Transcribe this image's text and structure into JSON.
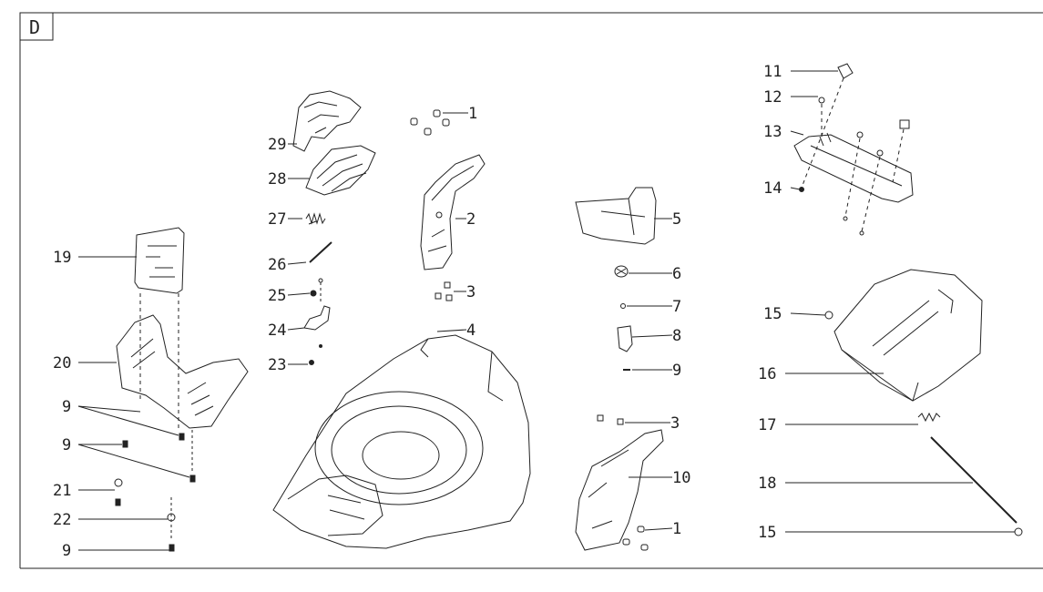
{
  "diagram": {
    "section_label": "D",
    "callouts": [
      {
        "id": "c1a",
        "text": "1"
      },
      {
        "id": "c2",
        "text": "2"
      },
      {
        "id": "c3a",
        "text": "3"
      },
      {
        "id": "c4",
        "text": "4"
      },
      {
        "id": "c5",
        "text": "5"
      },
      {
        "id": "c6",
        "text": "6"
      },
      {
        "id": "c7",
        "text": "7"
      },
      {
        "id": "c8",
        "text": "8"
      },
      {
        "id": "c9a",
        "text": "9"
      },
      {
        "id": "c3b",
        "text": "3"
      },
      {
        "id": "c10",
        "text": "10"
      },
      {
        "id": "c1b",
        "text": "1"
      },
      {
        "id": "c11",
        "text": "11"
      },
      {
        "id": "c12",
        "text": "12"
      },
      {
        "id": "c13",
        "text": "13"
      },
      {
        "id": "c14",
        "text": "14"
      },
      {
        "id": "c15a",
        "text": "15"
      },
      {
        "id": "c16",
        "text": "16"
      },
      {
        "id": "c17",
        "text": "17"
      },
      {
        "id": "c18",
        "text": "18"
      },
      {
        "id": "c15b",
        "text": "15"
      },
      {
        "id": "c19",
        "text": "19"
      },
      {
        "id": "c20",
        "text": "20"
      },
      {
        "id": "c9b",
        "text": "9"
      },
      {
        "id": "c9c",
        "text": "9"
      },
      {
        "id": "c21",
        "text": "21"
      },
      {
        "id": "c22",
        "text": "22"
      },
      {
        "id": "c9d",
        "text": "9"
      },
      {
        "id": "c23",
        "text": "23"
      },
      {
        "id": "c24",
        "text": "24"
      },
      {
        "id": "c25",
        "text": "25"
      },
      {
        "id": "c26",
        "text": "26"
      },
      {
        "id": "c27",
        "text": "27"
      },
      {
        "id": "c28",
        "text": "28"
      },
      {
        "id": "c29",
        "text": "29"
      }
    ]
  }
}
